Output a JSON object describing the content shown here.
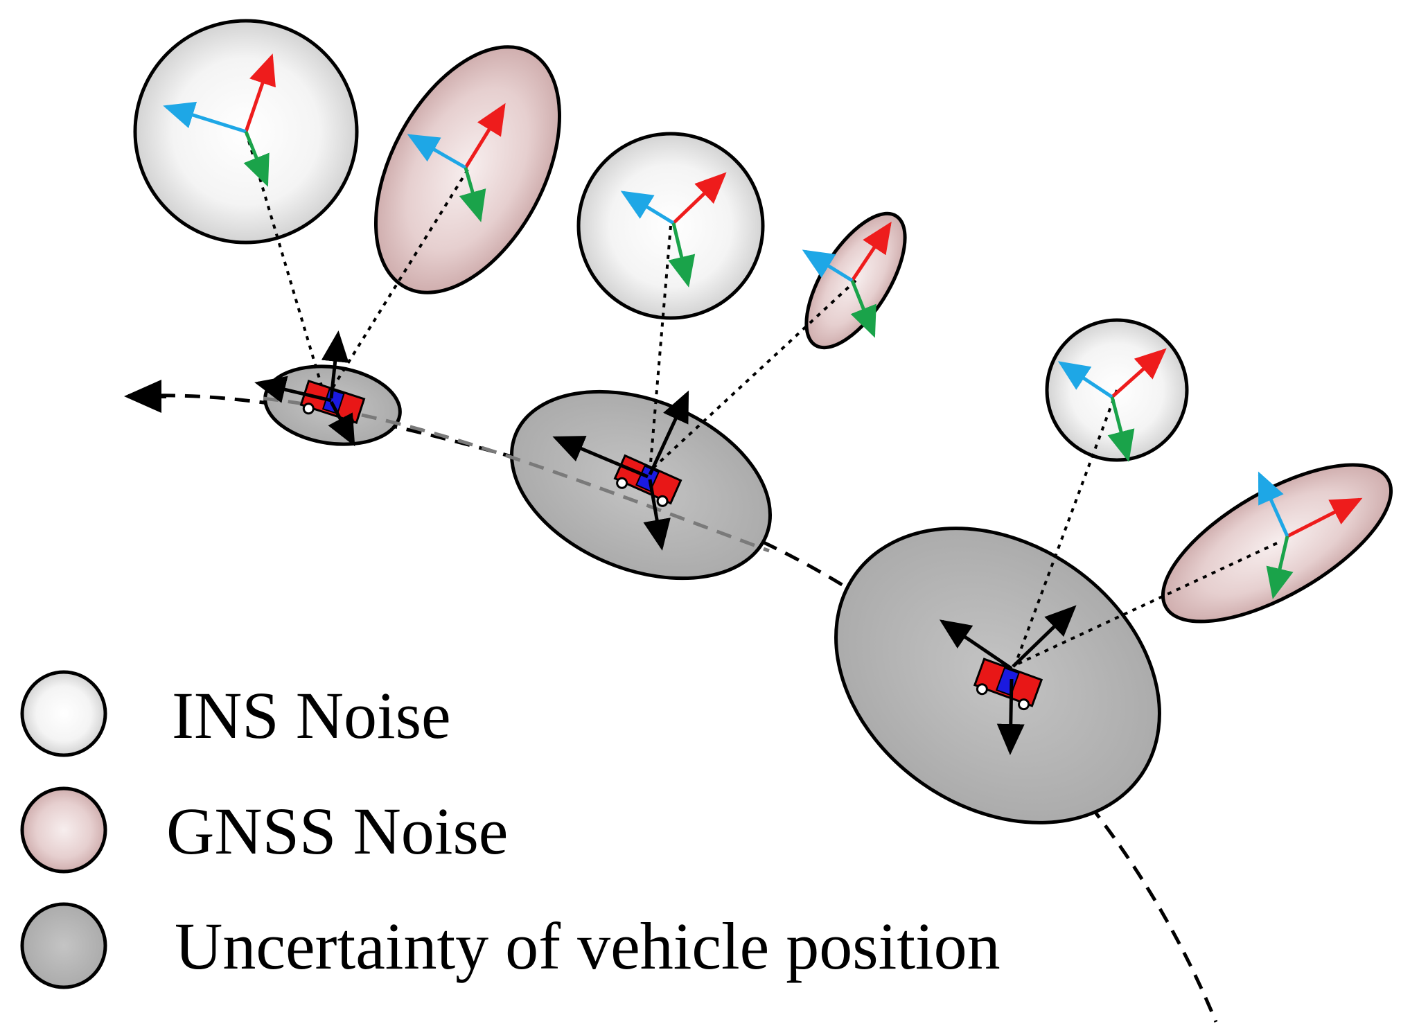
{
  "colors": {
    "ins_fill": "#ffffff",
    "gnss_fill": "#d9b6b6",
    "uncertainty_fill": "#bcbcbc",
    "axis_red": "#ee1c1c",
    "axis_blue": "#1ea7e6",
    "axis_green": "#1aa34a",
    "vehicle_red": "#e81717",
    "vehicle_blue": "#1a1ae0",
    "outline": "#000000"
  },
  "legend": {
    "ins": "INS Noise",
    "gnss": "GNSS Noise",
    "uncertainty": "Uncertainty of vehicle position"
  },
  "icons": [
    "ins-noise-sphere-icon",
    "gnss-noise-ellipsoid-icon",
    "uncertainty-ellipse-icon",
    "vehicle-icon"
  ]
}
